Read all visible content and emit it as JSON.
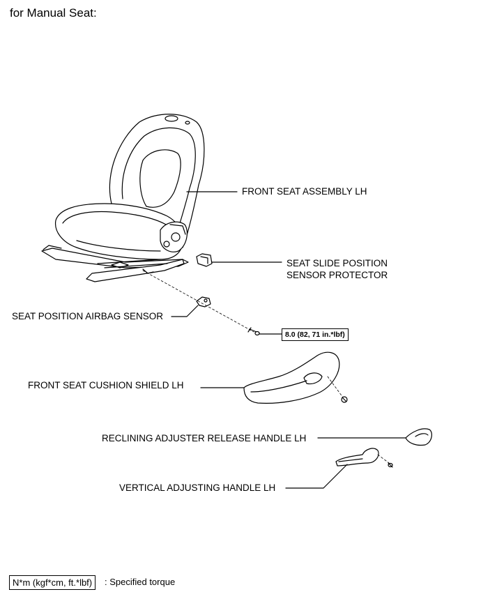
{
  "heading": "for Manual Seat:",
  "labels": {
    "front_seat_assembly": "FRONT SEAT ASSEMBLY LH",
    "slide_sensor_protector_1": "SEAT SLIDE POSITION",
    "slide_sensor_protector_2": "SENSOR PROTECTOR",
    "airbag_sensor": "SEAT POSITION AIRBAG SENSOR",
    "cushion_shield": "FRONT SEAT CUSHION SHIELD LH",
    "reclining_handle": "RECLINING ADJUSTER RELEASE HANDLE LH",
    "vertical_handle": "VERTICAL ADJUSTING HANDLE LH"
  },
  "torque": "8.0 (82, 71 in.*lbf)",
  "legend": {
    "box": "N*m (kgf*cm, ft.*lbf)",
    "text": ": Specified torque"
  }
}
